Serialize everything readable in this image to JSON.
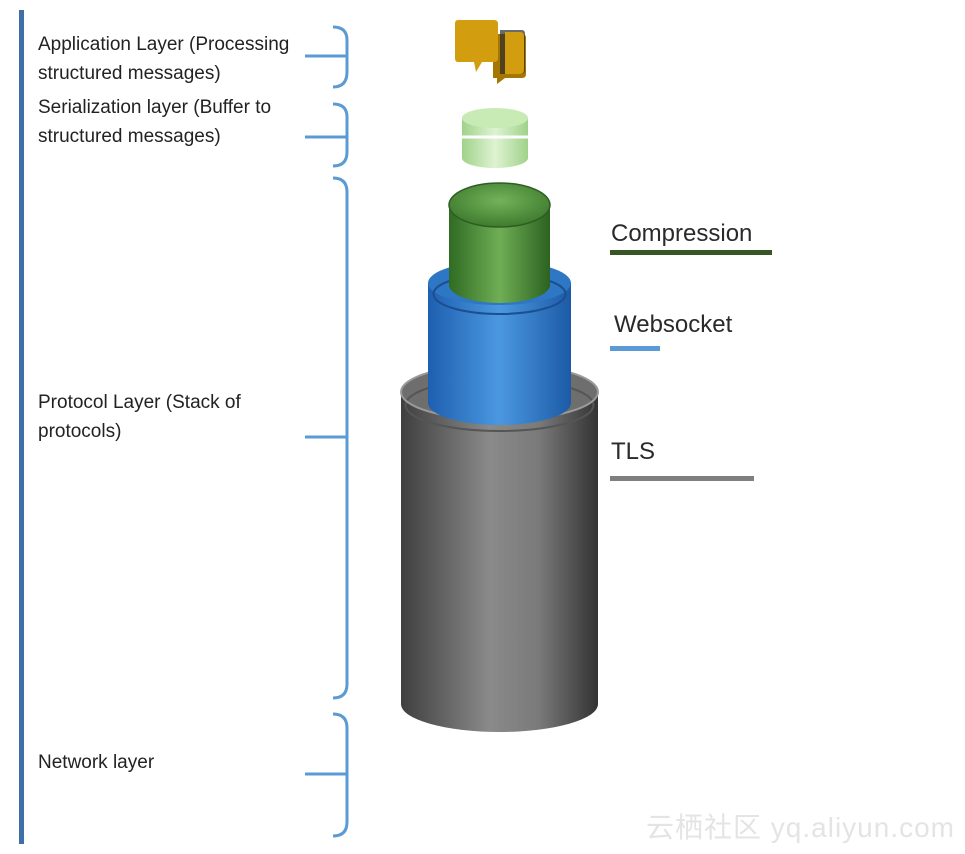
{
  "layers": [
    {
      "label": "Application Layer (Processing\nstructured messages)"
    },
    {
      "label": "Serialization layer (Buffer to\nstructured messages)"
    },
    {
      "label": "Protocol Layer (Stack of\nprotocols)"
    },
    {
      "label": "Network layer"
    }
  ],
  "stack": [
    {
      "label": "Compression",
      "color": "#375623"
    },
    {
      "label": "Websocket",
      "color": "#5b9bd5"
    },
    {
      "label": "TLS",
      "color": "#7f7f7f"
    }
  ],
  "colors": {
    "bracket": "#5b9bd5",
    "left_rule": "#3f6fa6",
    "message_icon": "#d29d0e",
    "serialization_disk": "#b6e2a1",
    "compression_cylinder": "#4d8a3a",
    "websocket_cylinder": "#3a7dc8",
    "tls_cylinder": "#777777"
  },
  "watermark": "云栖社区 yq.aliyun.com"
}
